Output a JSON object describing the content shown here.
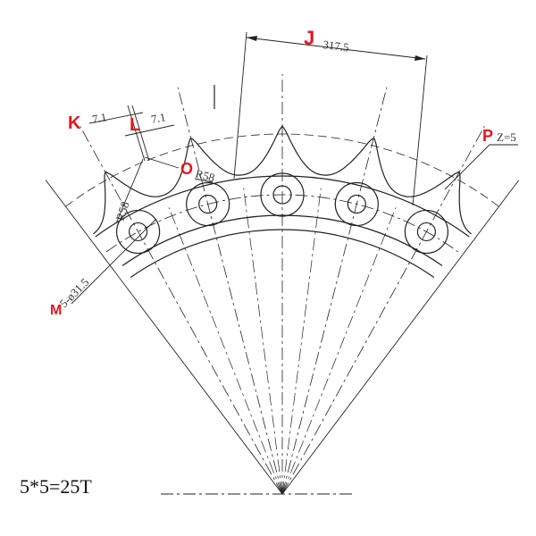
{
  "drawing": {
    "teeth_count_note": "5*5=25T",
    "accent_color": "#e8141c",
    "line_color": "#222222",
    "dimensions": [
      {
        "key": "J",
        "value": "317.5"
      },
      {
        "key": "K",
        "value": "7.1"
      },
      {
        "key": "L",
        "value": "7.1"
      },
      {
        "key": "O",
        "value": "R58"
      },
      {
        "key": "P",
        "value": "Z=5"
      },
      {
        "key": "M",
        "value": "5-ø31.5"
      }
    ],
    "radius_label": "R58"
  }
}
